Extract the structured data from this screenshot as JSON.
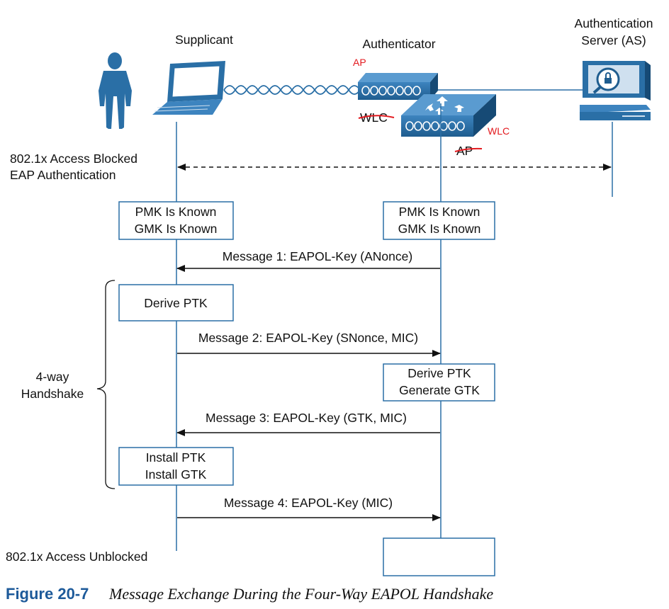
{
  "roles": {
    "supplicant": "Supplicant",
    "authenticator": "Authenticator",
    "auth_server_line1": "Authentication",
    "auth_server_line2": "Server (AS)"
  },
  "device_labels": {
    "ap_top": "AP",
    "wlc_struck": "WLC",
    "wlc_right": "WLC",
    "ap_struck": "AP"
  },
  "status": {
    "blocked_line1": "802.1x Access Blocked",
    "blocked_line2": "EAP Authentication",
    "unblocked": "802.1x Access Unblocked"
  },
  "boxes": {
    "supplicant_keys": [
      "PMK Is Known",
      "GMK Is Known"
    ],
    "authenticator_keys": [
      "PMK Is Known",
      "GMK Is Known"
    ],
    "derive_ptk": "Derive PTK",
    "auth_derive": [
      "Derive PTK",
      "Generate GTK"
    ],
    "install": [
      "Install PTK",
      "Install GTK"
    ],
    "final_box": ""
  },
  "messages": {
    "m1": "Message 1: EAPOL-Key (ANonce)",
    "m2": "Message 2: EAPOL-Key (SNonce, MIC)",
    "m3": "Message 3: EAPOL-Key (GTK, MIC)",
    "m4": "Message 4: EAPOL-Key (MIC)"
  },
  "handshake": {
    "line1": "4-way",
    "line2": "Handshake"
  },
  "caption": {
    "figure_label": "Figure 20-7",
    "title": "Message Exchange During the Four-Way EAPOL Handshake"
  },
  "colors": {
    "device_blue": "#2a6fa6",
    "box_border": "#2a6fa6",
    "annotation_red": "#e3191e",
    "caption_blue": "#1d5a9a"
  }
}
